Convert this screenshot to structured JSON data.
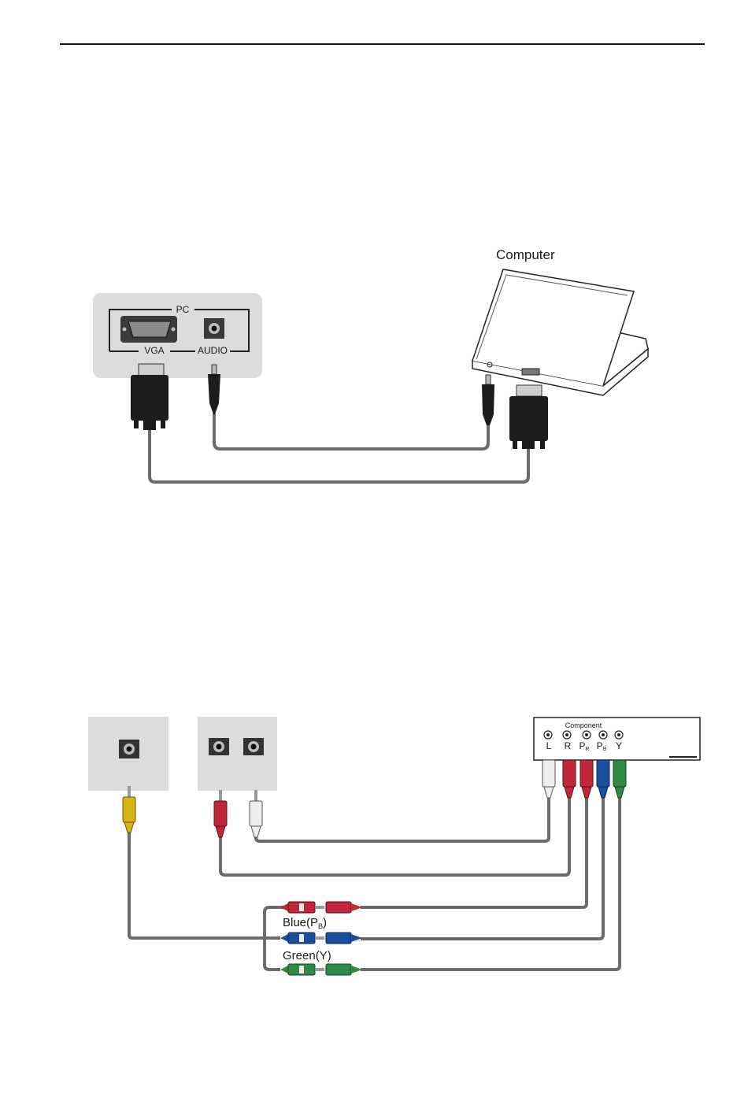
{
  "pc_diagram": {
    "panel_title": "PC",
    "vga_label": "VGA",
    "audio_label": "AUDIO",
    "computer_label": "Computer"
  },
  "av_diagram": {
    "component_label": "Component",
    "jack_labels": [
      {
        "main": "L",
        "sub": ""
      },
      {
        "main": "R",
        "sub": ""
      },
      {
        "main": "P",
        "sub": "R"
      },
      {
        "main": "P",
        "sub": "B"
      },
      {
        "main": "Y",
        "sub": ""
      }
    ],
    "blue_label": {
      "main": "Blue(P",
      "sub": "B",
      "end": ")"
    },
    "green_label": "Green(Y)"
  },
  "colors": {
    "panel_gray": "#dcdcdc",
    "cable_gray": "#6b6b6b",
    "connector_black": "#1c1c1c",
    "yellow": "#d8b416",
    "red": "#c0283a",
    "white": "#eeeeee",
    "blue": "#1a4fa0",
    "green": "#2e8a46"
  }
}
